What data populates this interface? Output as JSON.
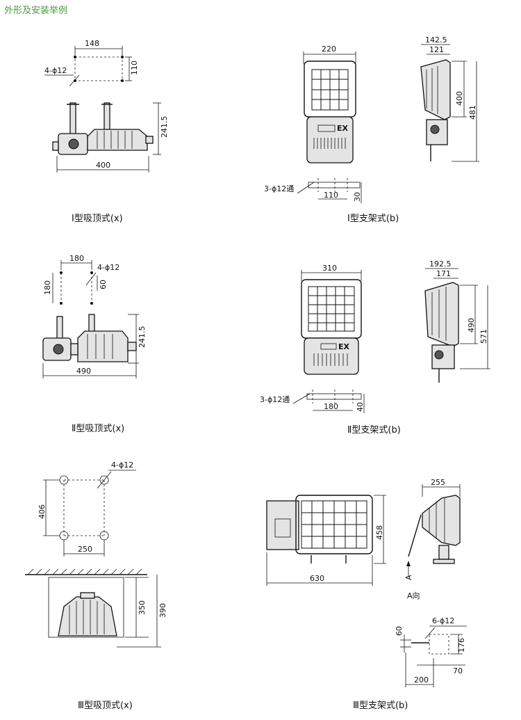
{
  "heading": "外形及安装举例",
  "panels": {
    "p1": {
      "caption": "Ⅰ型吸顶式(x)",
      "dims": [
        "148",
        "110",
        "4-ϕ12",
        "241.5",
        "400"
      ]
    },
    "p2": {
      "caption": "Ⅰ型支架式(b)",
      "dims": [
        "220",
        "142.5",
        "121",
        "400",
        "481",
        "3-ϕ12通",
        "110",
        "30"
      ],
      "mark": "EX"
    },
    "p3": {
      "caption": "Ⅱ型吸顶式(x)",
      "dims": [
        "180",
        "180",
        "4-ϕ12",
        "60",
        "241.5",
        "490"
      ]
    },
    "p4": {
      "caption": "Ⅱ型支架式(b)",
      "dims": [
        "310",
        "192.5",
        "171",
        "490",
        "571",
        "3-ϕ12通",
        "180",
        "40"
      ],
      "mark": "EX"
    },
    "p5": {
      "caption": "Ⅲ型吸顶式(x)",
      "dims": [
        "4-ϕ12",
        "406",
        "250",
        "350",
        "390"
      ]
    },
    "p6": {
      "caption": "Ⅲ型支架式(b)",
      "dims": [
        "458",
        "630",
        "255",
        "A",
        "A向",
        "6-ϕ12",
        "60",
        "176",
        "70",
        "200"
      ]
    }
  }
}
